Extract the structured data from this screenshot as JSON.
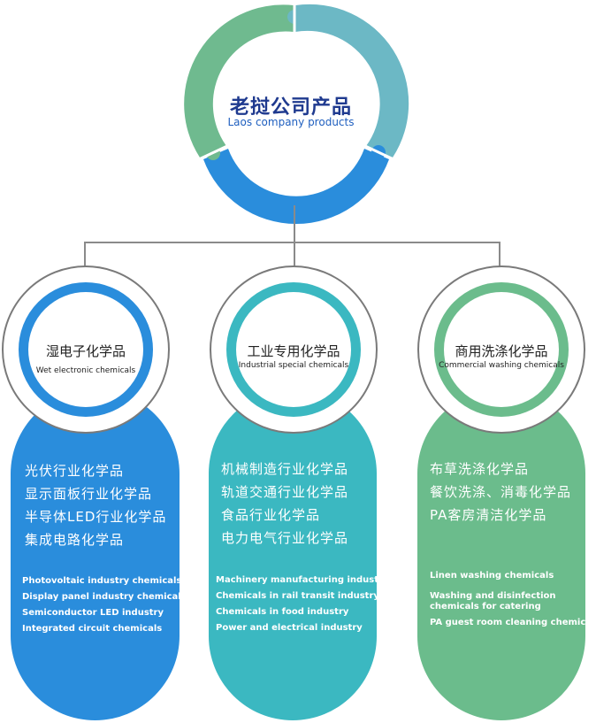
{
  "center": {
    "title_cn": "老挝公司产品",
    "title_en": "Laos company products"
  },
  "colors": {
    "blue": "#2a8ddc",
    "teal": "#3bb8c1",
    "green": "#6bbc8c",
    "ring_top_right": "#6cb8c5",
    "ring_bottom": "#2a8ddc",
    "ring_left": "#6fba8f"
  },
  "categories": [
    {
      "title_cn": "湿电子化学品",
      "title_en": "Wet electronic chemicals",
      "items_cn": [
        "光伏行业化学品",
        "显示面板行业化学品",
        "半导体LED行业化学品",
        "集成电路化学品"
      ],
      "items_en": [
        "Photovoltaic industry chemicals",
        "Display panel industry chemicals",
        "Semiconductor LED industry",
        "Integrated circuit chemicals"
      ]
    },
    {
      "title_cn": "工业专用化学品",
      "title_en": "Industrial special chemicals",
      "items_cn": [
        "机械制造行业化学品",
        "轨道交通行业化学品",
        "食品行业化学品",
        "电力电气行业化学品"
      ],
      "items_en": [
        "Machinery manufacturing industry",
        "Chemicals in rail transit industry",
        "Chemicals in food industry",
        "Power and electrical industry"
      ]
    },
    {
      "title_cn": "商用洗涤化学品",
      "title_en": "Commercial washing chemicals",
      "items_cn": [
        "布草洗涤化学品",
        "餐饮洗涤、消毒化学品",
        "PA客房清洁化学品"
      ],
      "items_en": [
        "Linen washing chemicals",
        "Washing and disinfection chemicals for catering",
        "PA guest room cleaning chemical"
      ]
    }
  ]
}
